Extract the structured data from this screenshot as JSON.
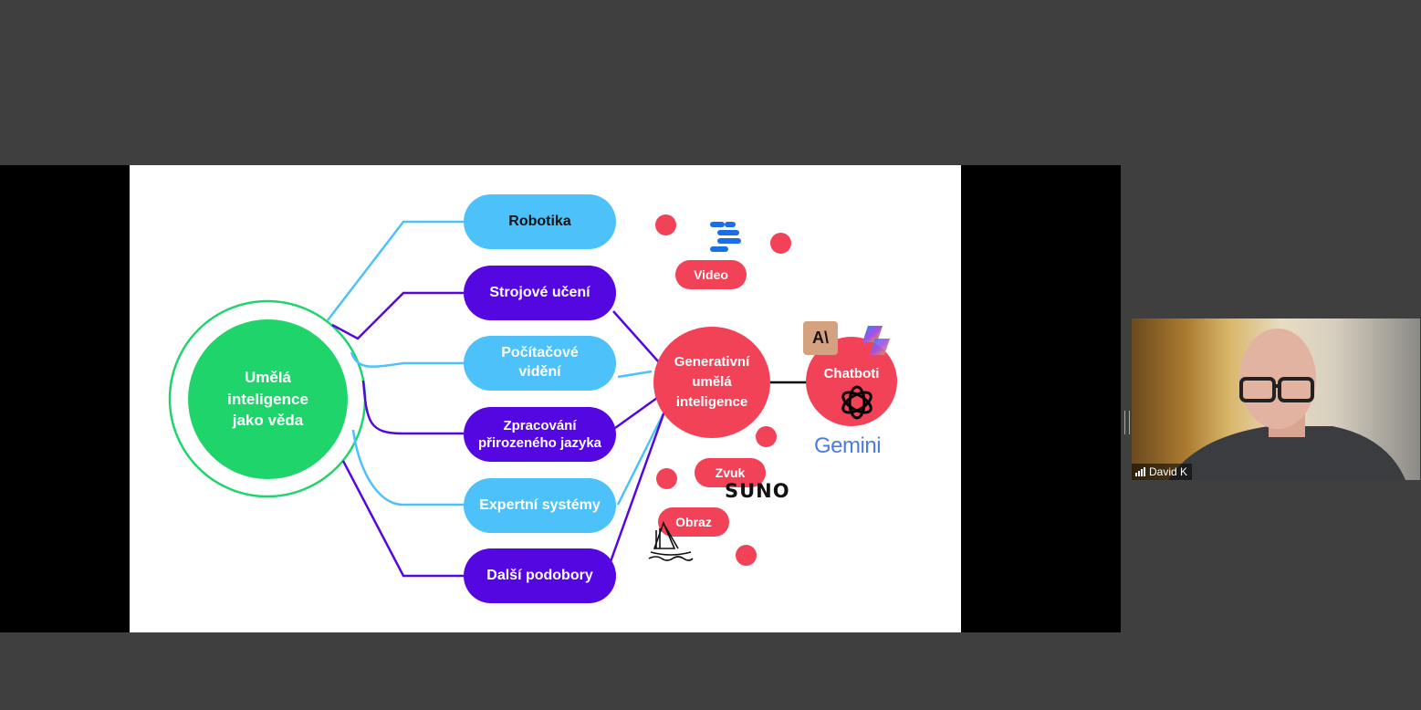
{
  "slide": {
    "root": "Umělá inteligence jako věda",
    "branches": [
      {
        "label": "Robotika",
        "style": "light"
      },
      {
        "label": "Strojové učení",
        "style": "dark"
      },
      {
        "label": "Počítačové vidění",
        "style": "light"
      },
      {
        "label": "Zpracování přirozeného jazyka",
        "style": "dark"
      },
      {
        "label": "Expertní systémy",
        "style": "light"
      },
      {
        "label": "Další podobory",
        "style": "dark"
      }
    ],
    "genai": "Generativní umělá inteligence",
    "chatbots": "Chatboti",
    "video_tag": "Video",
    "sound_tag": "Zvuk",
    "image_tag": "Obraz",
    "logos": {
      "anthropic": "A\\",
      "suno": "SUNO",
      "gemini": "Gemini"
    },
    "colors": {
      "green": "#1fd56b",
      "light_blue": "#4cc1fa",
      "purple": "#5507e1",
      "red": "#f24257"
    }
  },
  "participant": {
    "name": "David K"
  }
}
